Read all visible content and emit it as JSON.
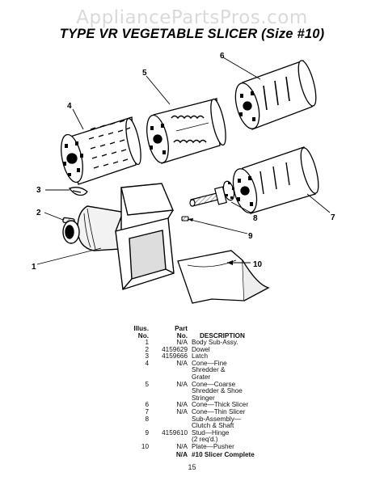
{
  "watermark": "AppliancePartsPros.com",
  "title": "TYPE VR VEGETABLE SLICER (Size #10)",
  "callouts": [
    "1",
    "2",
    "3",
    "4",
    "5",
    "6",
    "7",
    "8",
    "9",
    "10"
  ],
  "parts_table": {
    "headers": {
      "illus_no": "Illus.\nNo.",
      "part_no": "Part\nNo.",
      "description": "DESCRIPTION"
    },
    "rows": [
      {
        "no": "1",
        "part": "N/A",
        "desc": "Body Sub-Assy."
      },
      {
        "no": "2",
        "part": "4159629",
        "desc": "Dowel"
      },
      {
        "no": "3",
        "part": "4159666",
        "desc": "Latch"
      },
      {
        "no": "4",
        "part": "N/A",
        "desc": "Cone—Fine\nShredder &\nGrater"
      },
      {
        "no": "5",
        "part": "N/A",
        "desc": "Cone—Coarse\nShredder & Shoe\nStringer"
      },
      {
        "no": "6",
        "part": "N/A",
        "desc": "Cone—Thick Slicer"
      },
      {
        "no": "7",
        "part": "N/A",
        "desc": "Cone—Thin Slicer"
      },
      {
        "no": "8",
        "part": "",
        "desc": "Sub-Assembly—\nClutch & Shaft"
      },
      {
        "no": "9",
        "part": "4159610",
        "desc": "Stud—Hinge\n(2 req'd.)"
      },
      {
        "no": "10",
        "part": "N/A",
        "desc": "Plate—Pusher"
      }
    ],
    "complete": {
      "no": "",
      "part": "N/A",
      "desc": "#10 Slicer Complete"
    }
  },
  "page_number": "15"
}
